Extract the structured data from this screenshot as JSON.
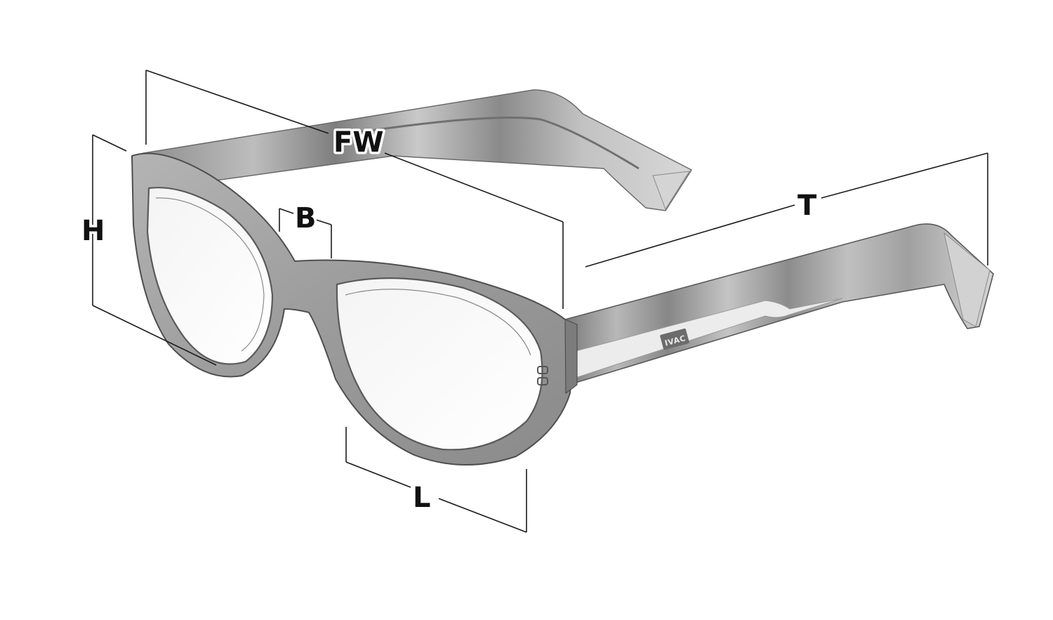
{
  "diagram": {
    "labels": {
      "frame_width": "FW",
      "bridge": "B",
      "height": "H",
      "temple": "T",
      "lens_width": "L"
    },
    "brand_mark": "IVAC"
  },
  "colors": {
    "background": "#ffffff",
    "frame_light": "#c6c6c6",
    "frame_mid": "#9a9a9a",
    "frame_dark": "#5e5e5e",
    "dimension_line": "#1a1a1a",
    "label_text": "#111111"
  }
}
